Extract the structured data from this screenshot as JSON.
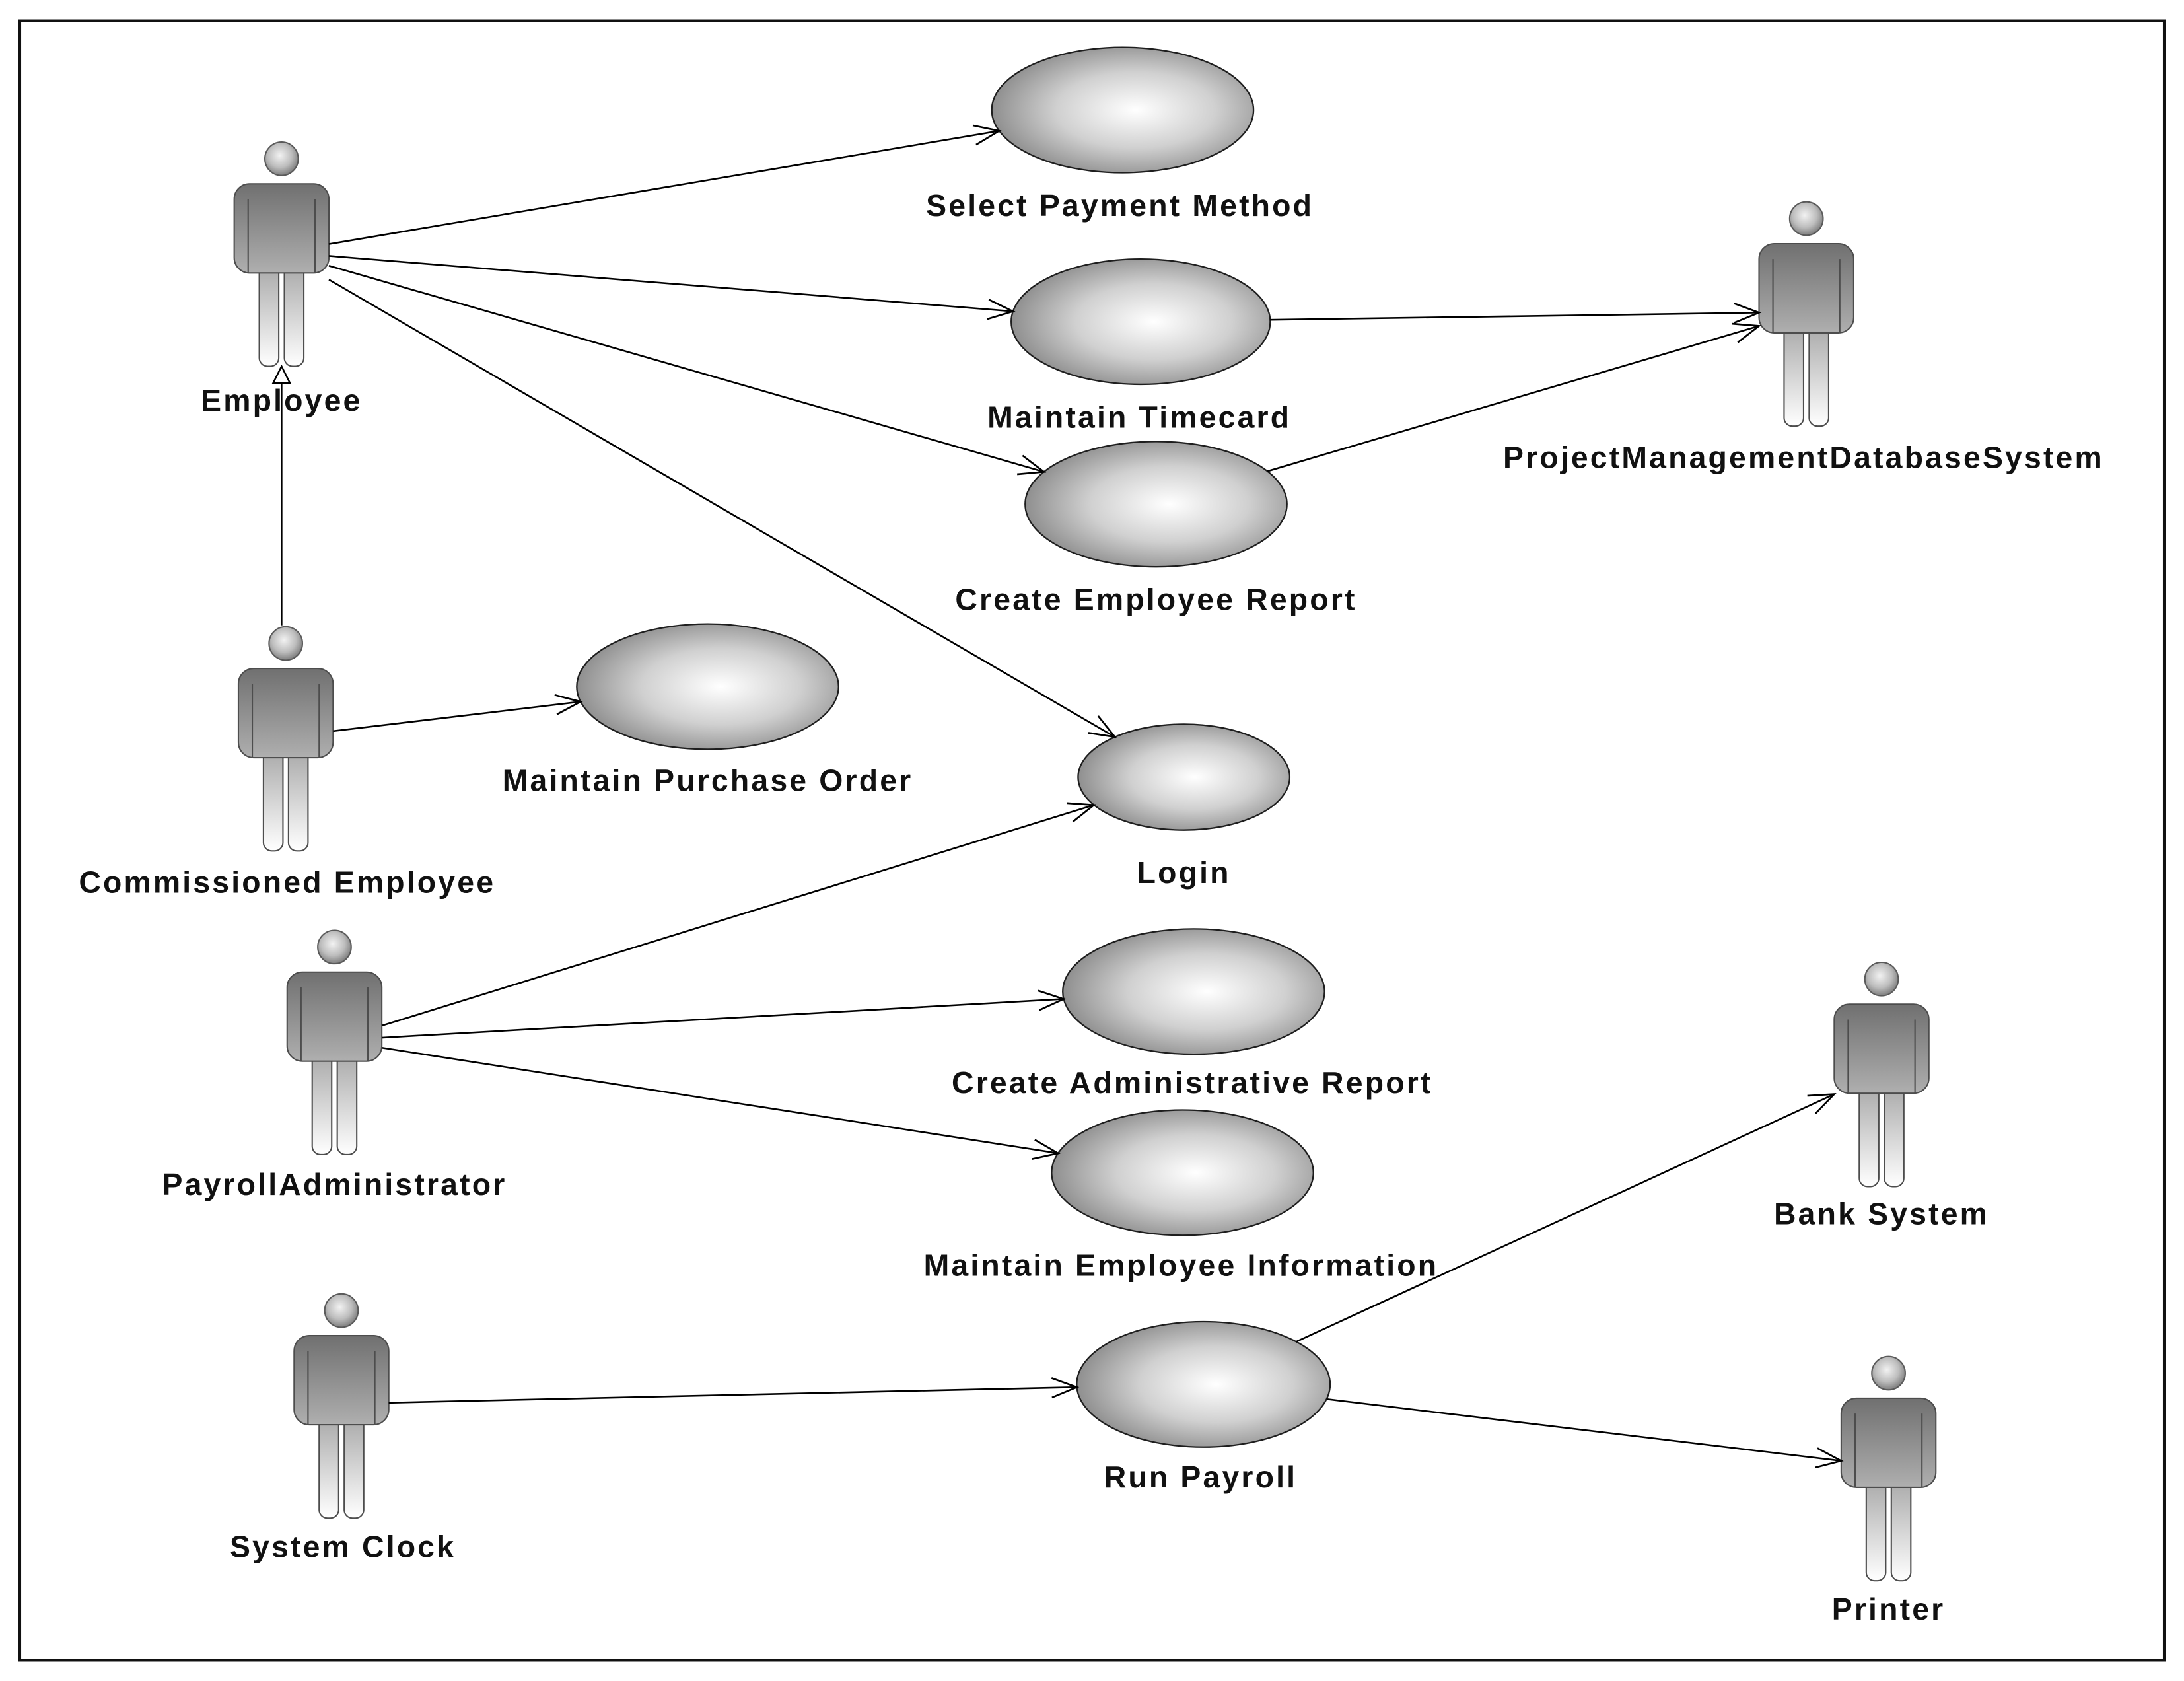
{
  "actors": [
    {
      "name": "Employee"
    },
    {
      "name": "Commissioned Employee"
    },
    {
      "name": "PayrollAdministrator"
    },
    {
      "name": "System Clock"
    },
    {
      "name": "ProjectManagementDatabaseSystem"
    },
    {
      "name": "Bank System"
    },
    {
      "name": "Printer"
    }
  ],
  "use_cases": [
    {
      "name": "Select Payment Method"
    },
    {
      "name": "Maintain Timecard"
    },
    {
      "name": "Create Employee Report"
    },
    {
      "name": "Maintain Purchase Order"
    },
    {
      "name": "Login"
    },
    {
      "name": "Create Administrative Report"
    },
    {
      "name": "Maintain Employee Information"
    },
    {
      "name": "Run Payroll"
    }
  ],
  "associations": [
    {
      "from_actor": 0,
      "to_use_case": 0
    },
    {
      "from_actor": 0,
      "to_use_case": 1
    },
    {
      "from_actor": 0,
      "to_use_case": 2
    },
    {
      "from_actor": 0,
      "to_use_case": 4
    },
    {
      "from_use_case": 1,
      "to_actor": 4
    },
    {
      "from_use_case": 2,
      "to_actor": 4
    },
    {
      "from_actor": 1,
      "to_use_case": 3
    },
    {
      "from_actor": 2,
      "to_use_case": 4
    },
    {
      "from_actor": 2,
      "to_use_case": 5
    },
    {
      "from_actor": 2,
      "to_use_case": 6
    },
    {
      "from_actor": 3,
      "to_use_case": 7
    },
    {
      "from_use_case": 7,
      "to_actor": 5
    },
    {
      "from_use_case": 7,
      "to_actor": 6
    }
  ],
  "generalizations": [
    {
      "child_actor": 1,
      "parent_actor": 0
    }
  ]
}
